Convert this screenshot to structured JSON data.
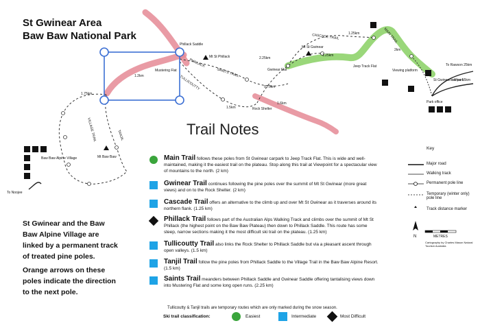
{
  "map": {
    "title_line1": "St Gwinear Area",
    "title_line2": "Baw Baw National Park",
    "notes_title": "Trail Notes",
    "labels": {
      "phillack_saddle": "Phillack Saddle",
      "mt_st_phillack": "Mt St Phillack",
      "mt_st_gwinear": "Mt St Gwinear",
      "gwinear_flat": "Gwinear Flat",
      "jeep_track_flat": "Jeep Track Flat",
      "mustering_flat": "Mustering Flat",
      "rock_shelter": "Rock Shelter",
      "mt_baw_baw": "Mt Baw Baw",
      "baw_baw_alpine_village": "Baw Baw Alpine Village",
      "to_noojee": "To Noojee",
      "viewing_platform": "Viewing platform",
      "to_rawson": "To Rawson 25km",
      "to_moe": "To Moe 55km",
      "st_gwinear_carpark": "St Gwinear car park",
      "park_office": "Park office",
      "cascade_trail": "CASCADE TRAIL",
      "main_trail": "MAIN TRAIL",
      "tullicoutty_trail": "TULLICOUTTY",
      "tanjil_trail": "TANJIL",
      "village_trail": "VILLAGE TRAIL",
      "saints_trail": "SAINTS TRAIL",
      "phillack_trail": "PHILLACK"
    },
    "distances": [
      "1.25km",
      "1.2km",
      "2.25km",
      "1.25km",
      "2km",
      "0.75km",
      "1.5km",
      "1.75km",
      "1.6km"
    ]
  },
  "intro": {
    "para1": "St Gwinear and the Baw Baw Alpine Village are linked by a permanent track of treated pine poles.",
    "para2": "Orange arrows on these poles indicate the direction to the next pole."
  },
  "trails": [
    {
      "name": "Main Trail",
      "symbol": "circle",
      "desc": "follows these poles from St Gwinear carpark to Jeep Track Flat. This is wide and well-maintained, making it the easiest trail on the plateau. Stop along this trail at Viewpoint for a spectacular view of mountains to the north. (2 km)"
    },
    {
      "name": "Gwinear Trail",
      "symbol": "square",
      "desc": "continues following the pine poles over the summit of Mt St Gwinear (more great views) and on to the Rock Shelter. (2 km)"
    },
    {
      "name": "Cascade Trail",
      "symbol": "square",
      "desc": "offers an alternative to the climb up and over Mt St Gwinear as it traverses around its northern flank. (1.25 km)"
    },
    {
      "name": "Phillack Trail",
      "symbol": "diamond",
      "desc": "follows part of the Australian Alps Walking Track and climbs over the summit of Mt St Phillack (the highest point on the Baw Baw Plateau) then down to Phillack Saddle. This route has some steep, narrow sections making it the most difficult ski trail on the plateau. (1.25 km)"
    },
    {
      "name": "Tullicoutty Trail",
      "symbol": "square",
      "desc": "also links the Rock Shelter to Phillack Saddle but via a pleasant ascent through open valleys. (1.5 km)"
    },
    {
      "name": "Tanjil Trail",
      "symbol": "square",
      "desc": "follow the pine poles from Phillack Saddle to the Village Trail in the Baw Baw Alpine Resort. (1.5 km)"
    },
    {
      "name": "Saints Trail",
      "symbol": "square",
      "desc": "meanders between Phillack Saddle and Gwinear Saddle offering tantalising views down into Mustering Flat and some long open runs. (2.25 km)"
    }
  ],
  "footnote": "Tullicoutty & Tanjil trails are temporary routes which are only marked during the snow season.",
  "classification": {
    "label": "Ski trail classification:",
    "easiest": "Easiest",
    "intermediate": "Intermediate",
    "most_difficult": "Most Difficult"
  },
  "key": {
    "title": "Key",
    "major_road": "Major road",
    "walking_track": "Walking track",
    "permanent_pole": "Permanent pole line",
    "temporary_pole": "Temporary (winter only) pole line",
    "track_distance": "Track distance marker",
    "metres": "METRES",
    "credit": "Cartography by Charles Mason Natural Tourism Australia"
  },
  "colors": {
    "easiest": "#3aa53c",
    "intermediate": "#1ea3e6",
    "most_difficult": "#111111",
    "main_trail_highlight": "#8fd36b",
    "phillack_highlight": "#e58a95",
    "selection_box": "#3b6fd4"
  }
}
